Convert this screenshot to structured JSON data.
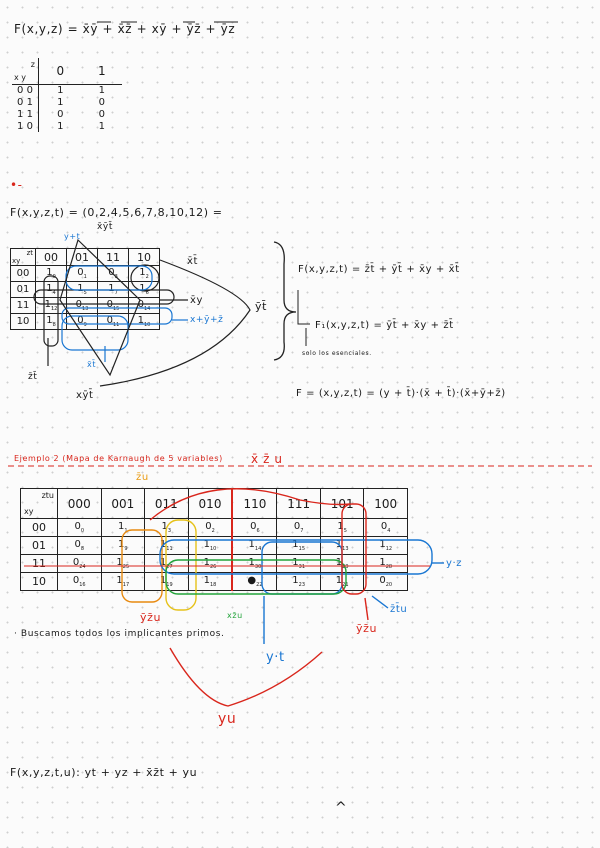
{
  "section1": {
    "equation": "F(x,y,z) = x̄ȳ + x̄z̄ + xȳ + ȳz̄ + ȳz",
    "corner": {
      "top": "z",
      "left": "x y"
    },
    "col_headers": [
      "0",
      "1"
    ],
    "rows": [
      {
        "label": "0 0",
        "cells": [
          "1",
          "1"
        ]
      },
      {
        "label": "0 1",
        "cells": [
          "1",
          "0"
        ]
      },
      {
        "label": "1 1",
        "cells": [
          "0",
          "0"
        ]
      },
      {
        "label": "1 0",
        "cells": [
          "1",
          "1"
        ]
      }
    ]
  },
  "dash_mark": "•-",
  "section2": {
    "equation": "F(x,y,z,t) = (0,2,4,5,6,7,8,10,12) =",
    "corner": {
      "top": "zt",
      "left": "xy"
    },
    "col_headers": [
      "00",
      "01",
      "11",
      "10"
    ],
    "rows": [
      {
        "label": "00",
        "cells": [
          {
            "v": "1",
            "i": "0"
          },
          {
            "v": "0",
            "i": "1"
          },
          {
            "v": "0",
            "i": "3"
          },
          {
            "v": "1",
            "i": "2"
          }
        ]
      },
      {
        "label": "01",
        "cells": [
          {
            "v": "1",
            "i": "4"
          },
          {
            "v": "1",
            "i": "5"
          },
          {
            "v": "1",
            "i": "7"
          },
          {
            "v": "1",
            "i": "6"
          }
        ]
      },
      {
        "label": "11",
        "cells": [
          {
            "v": "1",
            "i": "12"
          },
          {
            "v": "0",
            "i": "13"
          },
          {
            "v": "0",
            "i": "15"
          },
          {
            "v": "0",
            "i": "14"
          }
        ]
      },
      {
        "label": "10",
        "cells": [
          {
            "v": "1",
            "i": "8"
          },
          {
            "v": "0",
            "i": "9"
          },
          {
            "v": "0",
            "i": "11"
          },
          {
            "v": "1",
            "i": "10"
          }
        ]
      }
    ],
    "groups": {
      "top_yt": "y+t",
      "top_xyt": "x̄ȳt̄",
      "right_xt": "x̄t̄",
      "right_xy": "x̄y",
      "right_sum": "x+ȳ+z̄",
      "bottom_xt": "x̄t̄",
      "left_zt": "z̄t̄",
      "bottom_xyt": "xȳt̄",
      "brace_label": "ȳt̄"
    },
    "result": "F(x,y,z,t) = z̄t̄ + ȳt̄ + x̄y + x̄t̄",
    "result_min": "F₁(x,y,z,t) = ȳt̄ + x̄y + z̄t̄",
    "note": "solo los esenciales.",
    "pos_form": "F = (x,y,z,t) = (y + t̄)·(x̄ + t̄)·(x̄+ȳ+z̄)"
  },
  "section3": {
    "title": "Ejemplo 2 (Mapa de Karnaugh de 5 variables)",
    "title_term": "x̄ z̄ u",
    "corner": {
      "top": "ztu",
      "left": "xy"
    },
    "col_headers": [
      "000",
      "001",
      "011",
      "010",
      "110",
      "111",
      "101",
      "100"
    ],
    "rows": [
      {
        "label": "00",
        "cells": [
          {
            "v": "0",
            "i": "0"
          },
          {
            "v": "1",
            "i": "1"
          },
          {
            "v": "1",
            "i": "3"
          },
          {
            "v": "0",
            "i": "2"
          },
          {
            "v": "0",
            "i": "6"
          },
          {
            "v": "0",
            "i": "7"
          },
          {
            "v": "1",
            "i": "5"
          },
          {
            "v": "0",
            "i": "4"
          }
        ]
      },
      {
        "label": "01",
        "cells": [
          {
            "v": "0",
            "i": "8"
          },
          {
            "v": "1",
            "i": "9"
          },
          {
            "v": "1",
            "i": "11"
          },
          {
            "v": "1",
            "i": "10"
          },
          {
            "v": "1",
            "i": "14"
          },
          {
            "v": "1",
            "i": "15"
          },
          {
            "v": "1",
            "i": "13"
          },
          {
            "v": "1",
            "i": "12"
          }
        ]
      },
      {
        "label": "11",
        "cells": [
          {
            "v": "0",
            "i": "24"
          },
          {
            "v": "1",
            "i": "25"
          },
          {
            "v": "1",
            "i": "27"
          },
          {
            "v": "1",
            "i": "26"
          },
          {
            "v": "1",
            "i": "30"
          },
          {
            "v": "1",
            "i": "31"
          },
          {
            "v": "1",
            "i": "29"
          },
          {
            "v": "1",
            "i": "28"
          }
        ]
      },
      {
        "label": "10",
        "cells": [
          {
            "v": "0",
            "i": "16"
          },
          {
            "v": "1",
            "i": "17"
          },
          {
            "v": "1",
            "i": "19"
          },
          {
            "v": "1",
            "i": "18"
          },
          {
            "v": "●",
            "i": "22"
          },
          {
            "v": "1",
            "i": "23"
          },
          {
            "v": "1",
            "i": "21"
          },
          {
            "v": "0",
            "i": "20"
          }
        ]
      }
    ],
    "labels": {
      "top_zu": "z̄u",
      "right_yz": "y·z",
      "right_ztu": "z̄t̄u",
      "below_yzu": "ȳz̄u",
      "below_xzu": "xz̄u",
      "below_yzu2": "ȳz̄u",
      "below_yt": "y·t",
      "yu": "yu"
    },
    "note": "· Buscamos todos los implicantes primos.",
    "final": "F(x,y,z,t,u): yt + yz + x̄z̄t + yu",
    "caret": "^"
  }
}
